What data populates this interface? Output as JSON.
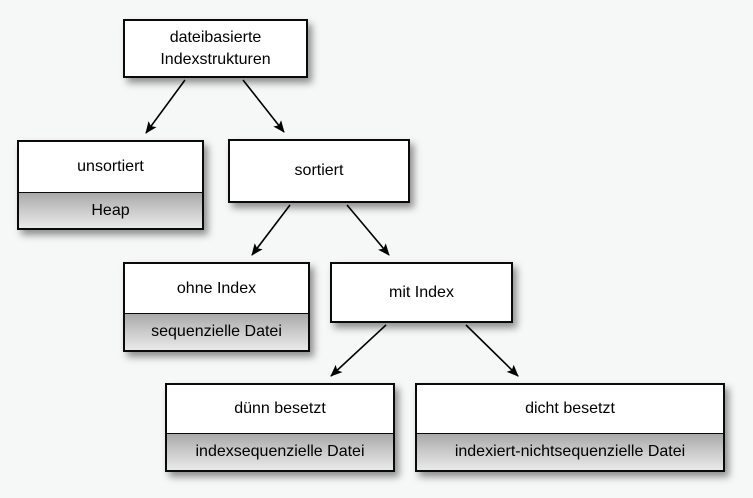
{
  "diagram": {
    "description": "tree of file-based index structures",
    "language": "de"
  },
  "colors": {
    "background": "#f6f7f7",
    "node_fill": "#ffffff",
    "node_border": "#0a0a0a",
    "sublabel_gradient_top": "#a9a9a9",
    "sublabel_gradient_bottom": "#e9e9e9",
    "text": "#000000",
    "edge": "#000000"
  },
  "nodes": {
    "root": {
      "label": "dateibasierte Indexstrukturen"
    },
    "unsorted": {
      "label": "unsortiert",
      "sublabel": "Heap"
    },
    "sorted": {
      "label": "sortiert"
    },
    "no_index": {
      "label": "ohne Index",
      "sublabel": "sequenzielle Datei"
    },
    "with_index": {
      "label": "mit Index"
    },
    "sparse": {
      "label": "dünn besetzt",
      "sublabel": "indexsequenzielle Datei"
    },
    "dense": {
      "label": "dicht besetzt",
      "sublabel": "indexiert-nichtsequenzielle Datei"
    }
  },
  "edges": [
    {
      "from": "root",
      "to": "unsorted"
    },
    {
      "from": "root",
      "to": "sorted"
    },
    {
      "from": "sorted",
      "to": "no_index"
    },
    {
      "from": "sorted",
      "to": "with_index"
    },
    {
      "from": "with_index",
      "to": "sparse"
    },
    {
      "from": "with_index",
      "to": "dense"
    }
  ]
}
